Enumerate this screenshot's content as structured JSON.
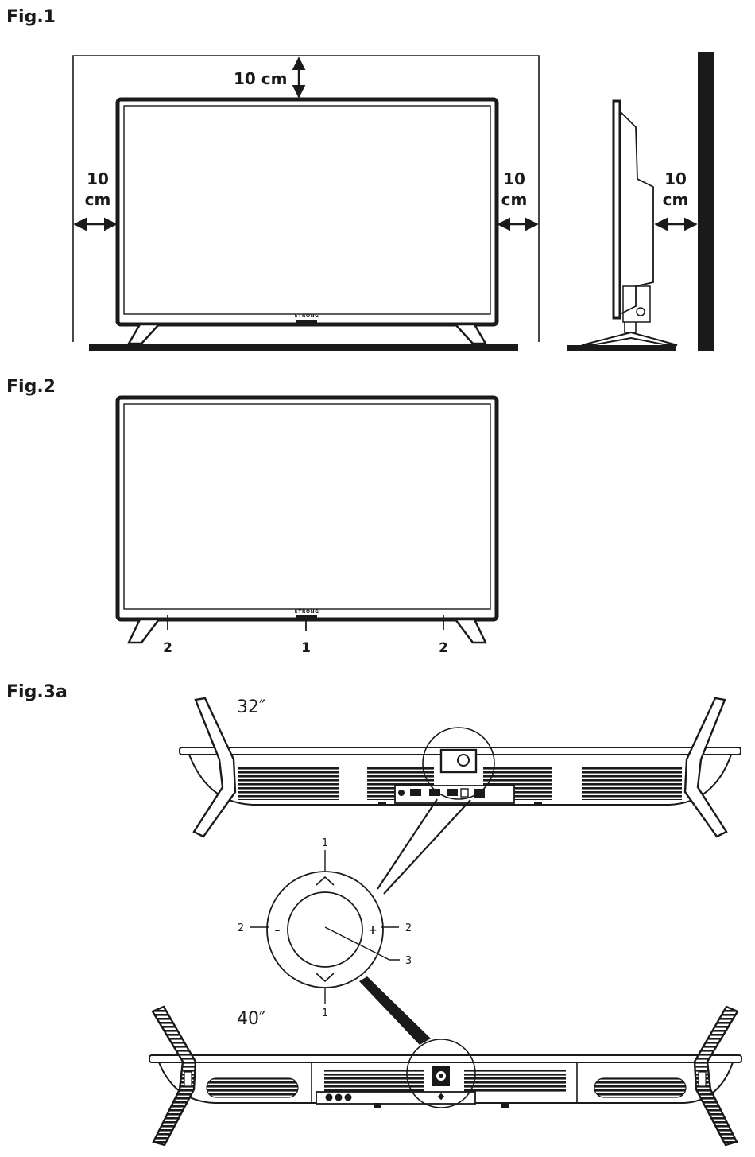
{
  "figures": {
    "fig1": {
      "title": "Fig.1",
      "clearance_top": "10 cm",
      "clearance_left_value": "10",
      "clearance_left_unit": "cm",
      "clearance_right_value": "10",
      "clearance_right_unit": "cm",
      "clearance_side_value": "10",
      "clearance_side_unit": "cm",
      "brand": "STRONG"
    },
    "fig2": {
      "title": "Fig.2",
      "brand": "STRONG",
      "callouts": [
        "2",
        "1",
        "2"
      ]
    },
    "fig3a": {
      "title": "Fig.3a",
      "size_32": "32″",
      "size_40": "40″",
      "joystick": {
        "callout_top": "1",
        "callout_bottom": "1",
        "callout_left": "2",
        "callout_right": "2",
        "callout_center": "3",
        "minus_glyph": "–",
        "plus_glyph": "+"
      }
    }
  }
}
